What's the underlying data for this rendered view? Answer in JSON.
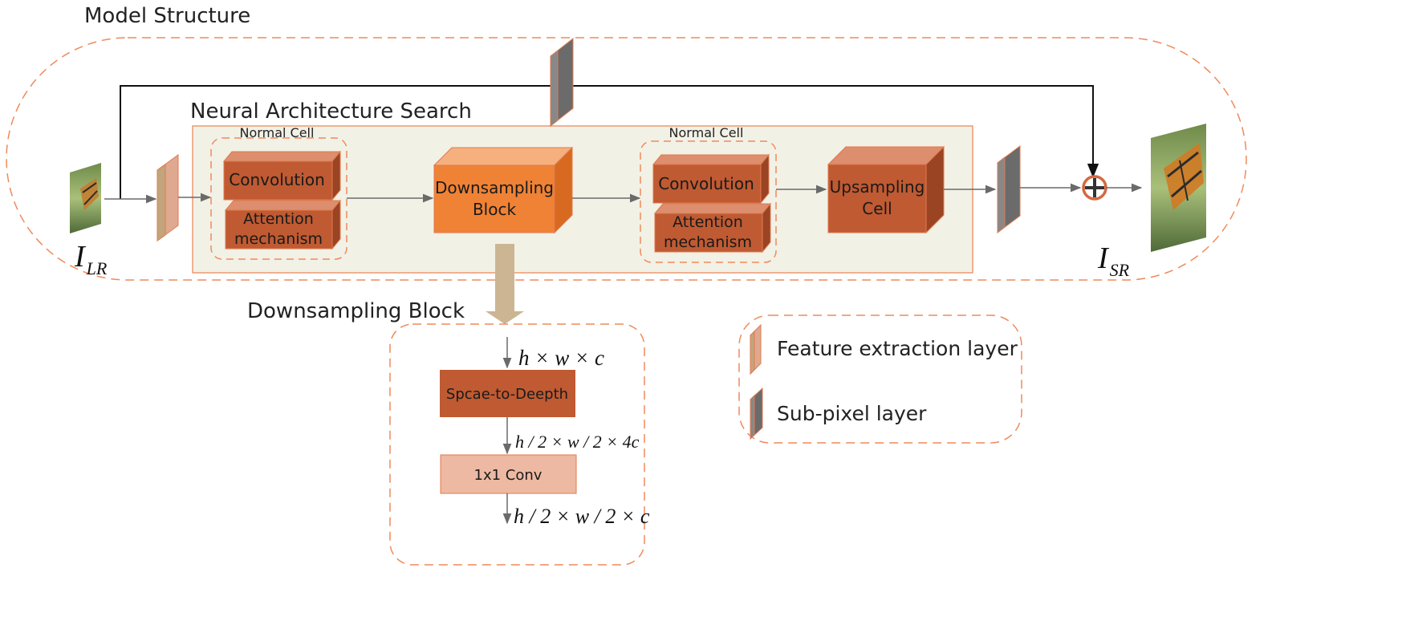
{
  "titles": {
    "model_structure": "Model Structure",
    "nas": "Neural Architecture Search",
    "downsampling_block": "Downsampling Block"
  },
  "normal_cell_1": {
    "label": "Normal Cell",
    "convolution": "Convolution",
    "attention_line1": "Attention",
    "attention_line2": "mechanism"
  },
  "normal_cell_2": {
    "label": "Normal Cell",
    "convolution": "Convolution",
    "attention_line1": "Attention",
    "attention_line2": "mechanism"
  },
  "downsampling_cube": {
    "line1": "Downsampling",
    "line2": "Block"
  },
  "upsampling_cube": {
    "line1": "Upsampling",
    "line2": "Cell"
  },
  "io": {
    "input_main": "I",
    "input_sub": "LR",
    "output_main": "I",
    "output_sub": "SR"
  },
  "detail": {
    "dims_in": "h × w × c",
    "space_to_depth": "Spcae-to-Deepth",
    "dims_mid": "h / 2 × w / 2 × 4c",
    "conv1x1": "1x1 Conv",
    "dims_out": "h / 2 × w / 2 × c"
  },
  "legend": {
    "feature_extraction": "Feature extraction layer",
    "sub_pixel": "Sub-pixel layer"
  },
  "colors": {
    "dash": "#ef8a5c",
    "nas_fill": "#f2f1e6",
    "cube_front": "#bf5a32",
    "cube_top": "#dc8e6e",
    "cube_side": "#9a4424",
    "ds_front": "#ef8235",
    "ds_top": "#f5b07e",
    "ds_side": "#d76a20",
    "conv1x1_fill": "#edb9a2",
    "feature_layer": "#c2a57c",
    "subpixel_layer": "#6b6b6b",
    "big_arrow": "#cbb593"
  }
}
